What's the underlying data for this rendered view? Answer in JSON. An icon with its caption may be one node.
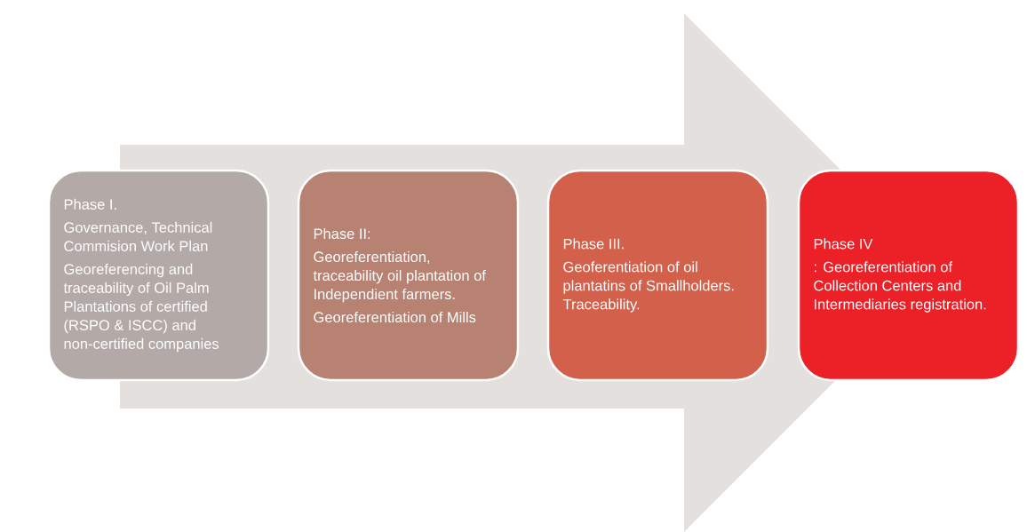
{
  "diagram": {
    "nodes": [
      {
        "text": [
          "Phase I.",
          "Governance, Technical Commision Work Plan",
          "Georeferencing and traceability of Oil Palm Plantations of certified (RSPO & ISCC) and non-certified companies"
        ]
      },
      {
        "text": [
          "Phase II:",
          "Georeferentiation, traceability oil plantation of Independient farmers.",
          "Georeferentiation of Mills"
        ]
      },
      {
        "text": [
          "Phase III.",
          "Geoferentiation of oil plantatins of Smallholders. Traceability."
        ]
      },
      {
        "text": [
          "Phase IV",
          ": Georeferentiation of Collection Centers and Intermediaries registration."
        ]
      }
    ],
    "edges": [
      {
        "from": 0,
        "to": 3,
        "arrow": "to"
      }
    ]
  }
}
